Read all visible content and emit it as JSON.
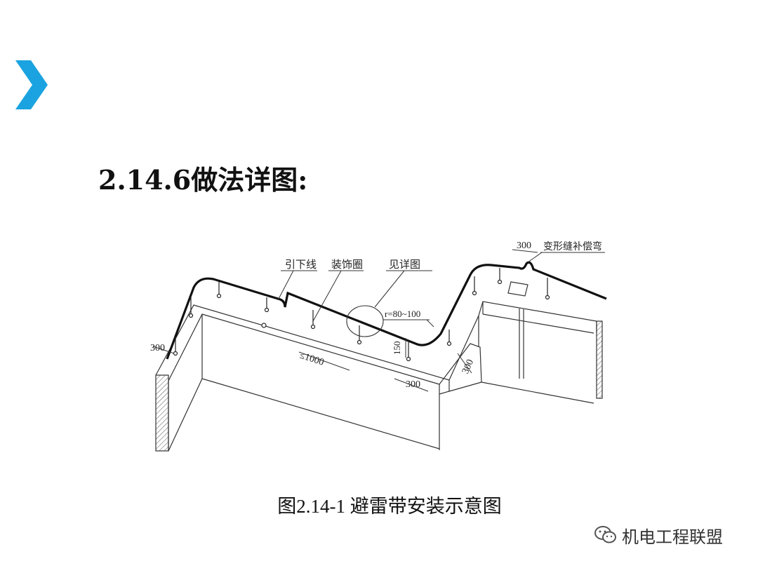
{
  "slide": {
    "title": "2.14.6做法详图:",
    "accent_color": "#1aa3e0"
  },
  "diagram": {
    "labels": {
      "down_lead": "引下线",
      "decor_ring": "装饰圈",
      "see_detail": "见详图",
      "radius": "r=80~100",
      "height_150": "150",
      "spacing_1000": "≤1000",
      "dim_300_bottom": "300",
      "dim_300_right": "300",
      "dim_300_left": "300",
      "dim_300_top": "300",
      "expansion_joint": "变形缝补偿弯"
    }
  },
  "caption": "图2.14-1 避雷带安装示意图",
  "watermark": {
    "icon": "wechat-icon",
    "text": "机电工程联盟"
  }
}
